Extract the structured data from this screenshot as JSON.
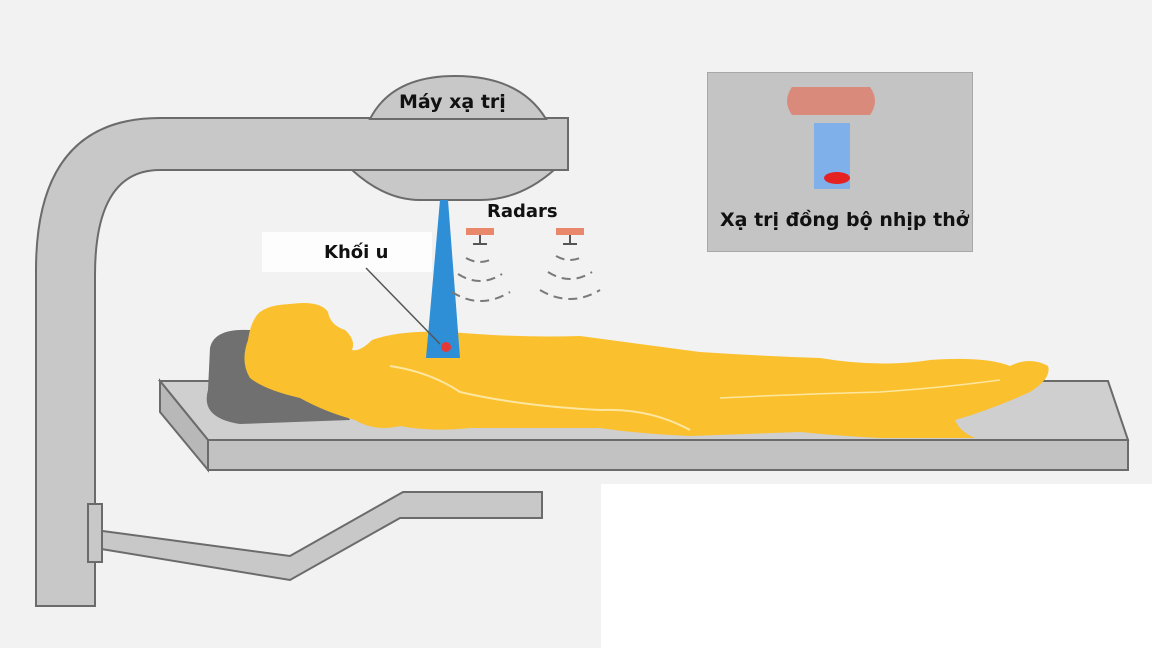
{
  "labels": {
    "machine": "Máy xạ trị",
    "radars": "Radars",
    "tumor": "Khối u",
    "gating": "Xạ trị đồng bộ nhịp thở"
  },
  "colors": {
    "background": "#f2f2f2",
    "machine_gray": "#c8c8c8",
    "outline": "#6b6b6b",
    "body_yellow": "#fbc02d",
    "pillow": "#707070",
    "beam_blue": "#2e8fd6",
    "tumor_red": "#e53935",
    "radar_orange": "#e8876a",
    "inset_bg": "#c4c4c4",
    "inset_collimator": "#d98a7a",
    "inset_beam": "#7fb0ea"
  }
}
